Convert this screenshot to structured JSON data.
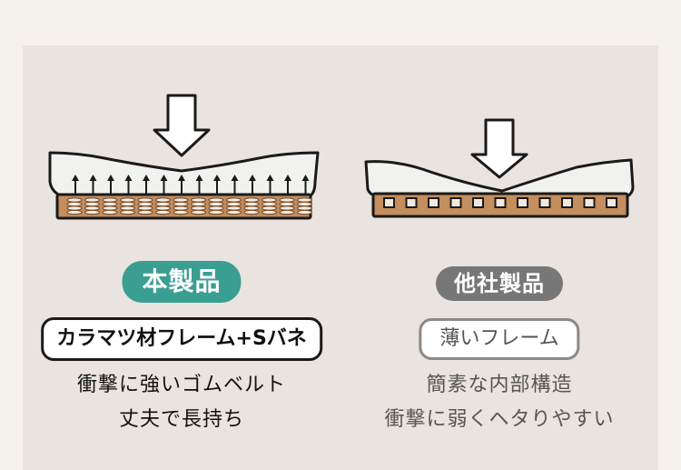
{
  "left": {
    "badge": "本製品",
    "feature": "カラマツ材フレーム+Sバネ",
    "desc_lines": [
      "衝撃に強いゴムベルト",
      "丈夫で長持ち"
    ]
  },
  "right": {
    "badge": "他社製品",
    "feature": "薄いフレーム",
    "desc_lines": [
      "簡素な内部構造",
      "衝撃に弱くヘタりやすい"
    ]
  },
  "colors": {
    "background": "#f5f1ec",
    "panel": "#e9e4df",
    "accent_teal": "#3a9e93",
    "badge_gray": "#777777",
    "wood": "#c48e5e"
  },
  "icons": [
    "down-arrow-icon",
    "up-arrow-icon",
    "spring-coil-icon",
    "mattress-icon"
  ]
}
